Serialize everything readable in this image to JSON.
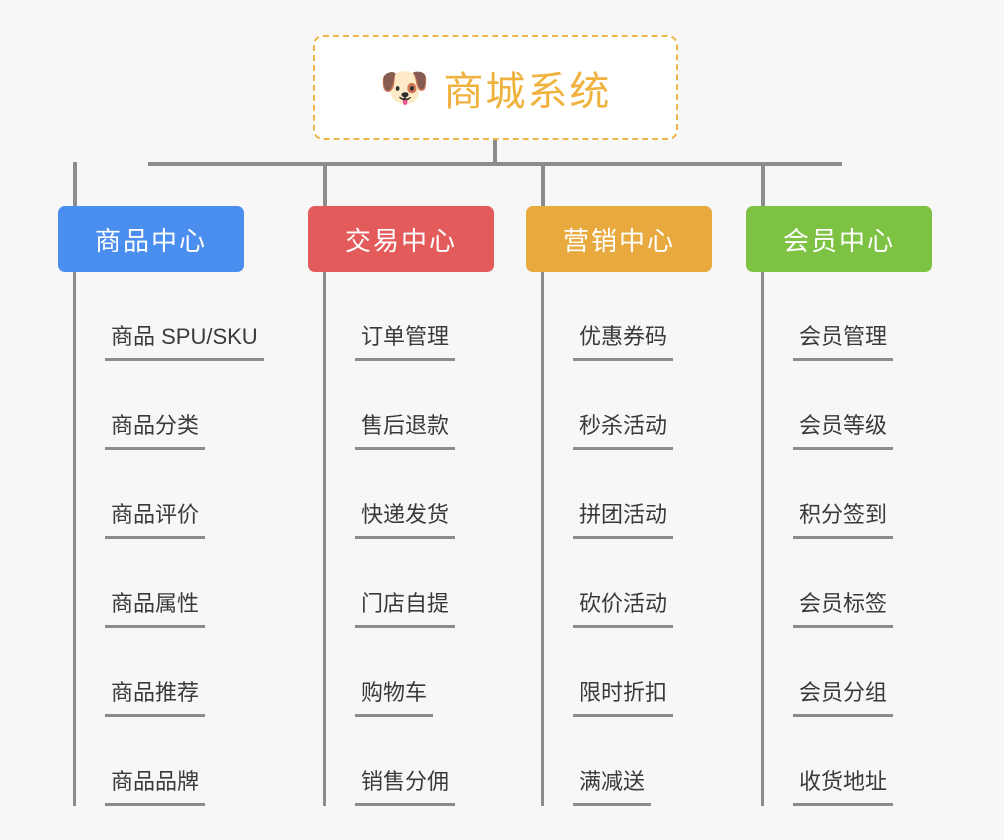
{
  "root": {
    "icon": "dog-face-emoji",
    "icon_glyph": "🐶",
    "title": "商城系统",
    "border_color": "#efb44a",
    "text_color": "#f0b23f",
    "background": "#ffffff"
  },
  "canvas": {
    "background": "#f7f7f7",
    "line_color": "#8c8c8c"
  },
  "columns": [
    {
      "title": "商品中心",
      "color": "#4a8ef0",
      "items": [
        "商品 SPU/SKU",
        "商品分类",
        "商品评价",
        "商品属性",
        "商品推荐",
        "商品品牌"
      ]
    },
    {
      "title": "交易中心",
      "color": "#e35b5b",
      "items": [
        "订单管理",
        "售后退款",
        "快递发货",
        "门店自提",
        "购物车",
        "销售分佣"
      ]
    },
    {
      "title": "营销中心",
      "color": "#e8a93e",
      "items": [
        "优惠券码",
        "秒杀活动",
        "拼团活动",
        "砍价活动",
        "限时折扣",
        "满减送"
      ]
    },
    {
      "title": "会员中心",
      "color": "#7dc242",
      "items": [
        "会员管理",
        "会员等级",
        "积分签到",
        "会员标签",
        "会员分组",
        "收货地址"
      ]
    }
  ]
}
